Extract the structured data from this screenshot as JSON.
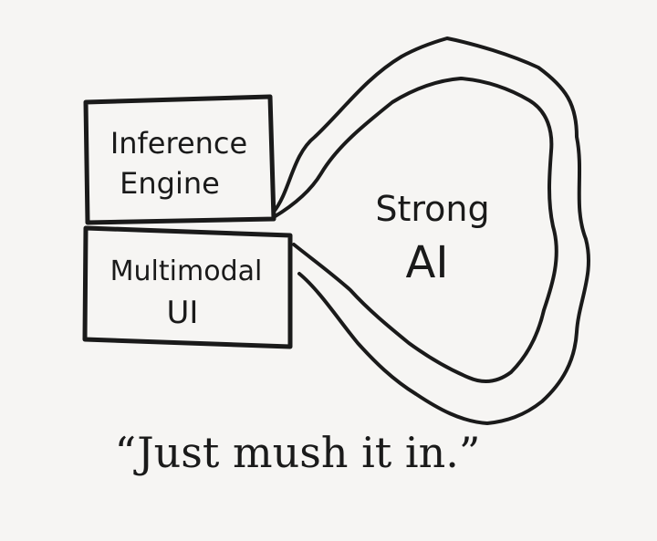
{
  "boxes": {
    "inference_engine": {
      "line1": "Inference",
      "line2": "Engine"
    },
    "multimodal_ui": {
      "line1": "Multimodal",
      "line2": "UI"
    }
  },
  "blob": {
    "line1": "Strong",
    "line2": "AI"
  },
  "caption": "“Just mush it in.”",
  "colors": {
    "ink": "#1a1a1a",
    "paper": "#f6f5f3"
  }
}
